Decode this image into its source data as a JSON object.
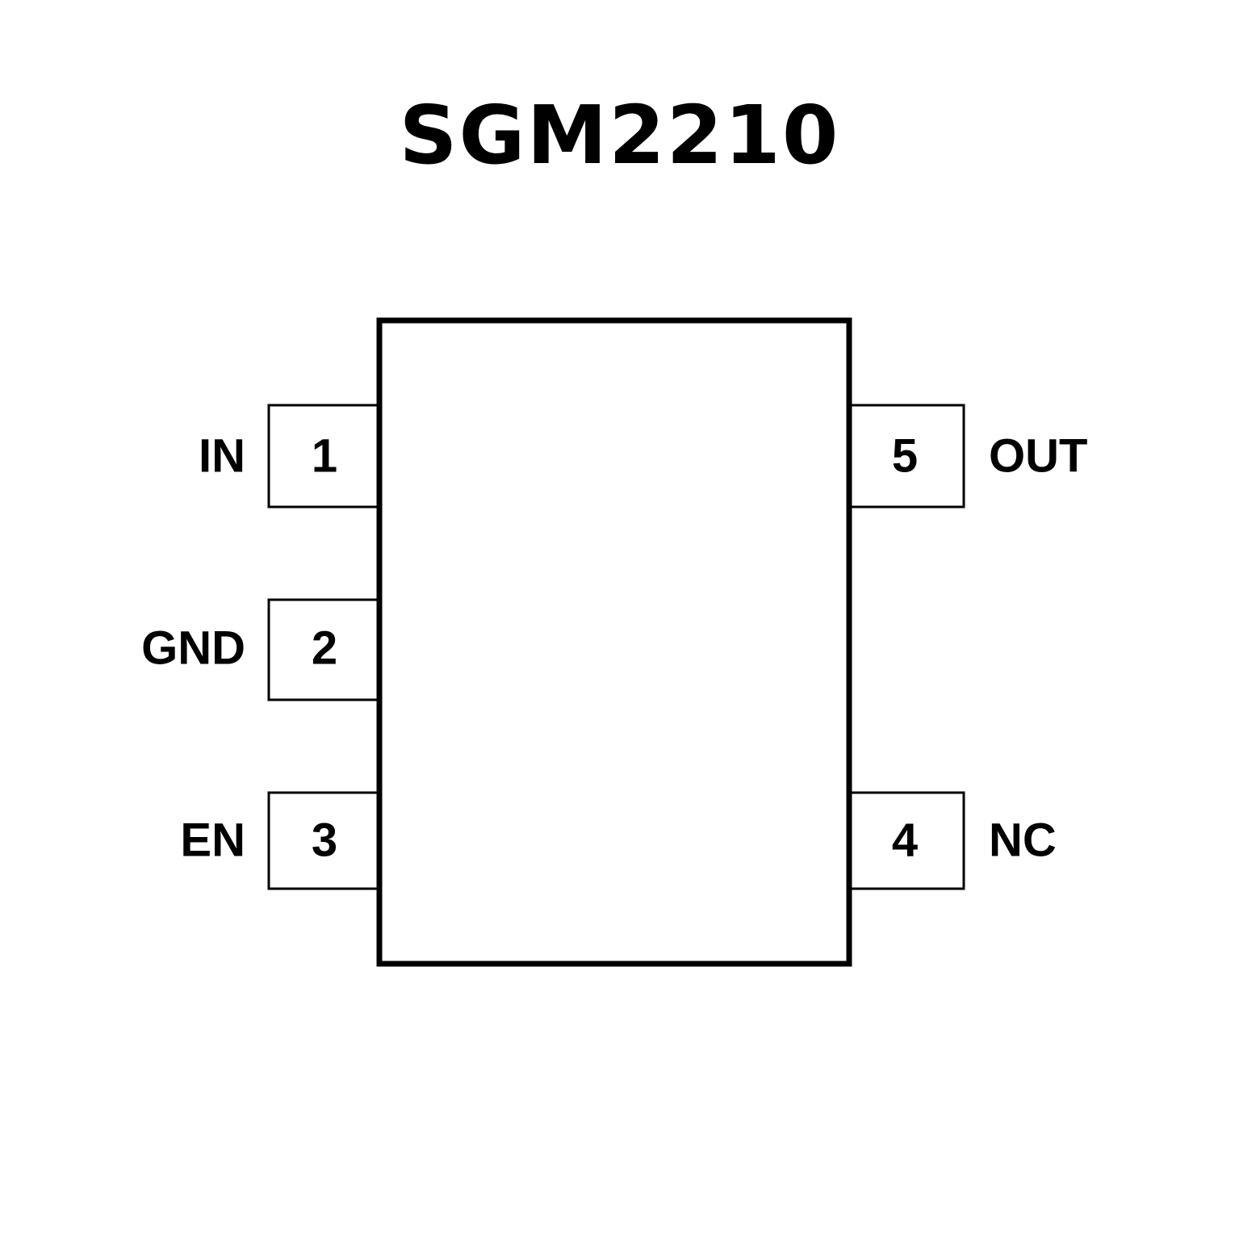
{
  "title": "SGM2210",
  "pins": [
    {
      "number": "1",
      "name": "IN"
    },
    {
      "number": "2",
      "name": "GND"
    },
    {
      "number": "3",
      "name": "EN"
    },
    {
      "number": "4",
      "name": "NC"
    },
    {
      "number": "5",
      "name": "OUT"
    }
  ]
}
